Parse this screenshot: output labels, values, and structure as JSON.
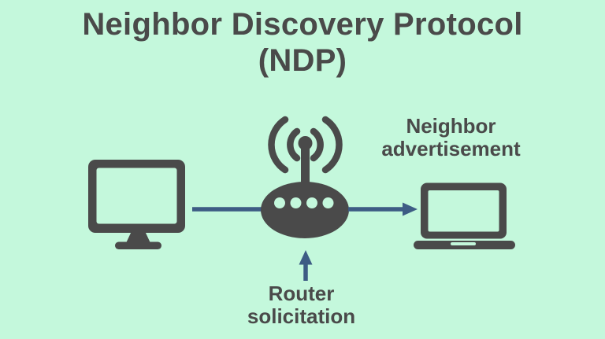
{
  "title": {
    "line1": "Neighbor Discovery Protocol",
    "line2": "(NDP)"
  },
  "nodes": {
    "client_computer": {
      "icon": "desktop-computer-icon"
    },
    "router": {
      "icon": "wireless-router-icon"
    },
    "neighbor_device": {
      "icon": "laptop-icon"
    }
  },
  "messages": {
    "neighbor_advertisement": {
      "line1": "Neighbor",
      "line2": "advertisement",
      "direction": "router-to-laptop"
    },
    "router_solicitation": {
      "line1": "Router",
      "line2": "solicitation",
      "direction": "upward-into-router"
    }
  },
  "colors": {
    "background": "#c4f8dc",
    "icon_dark": "#4a4a4a",
    "text": "#4a4a4a",
    "arrow_blue": "#3d5c84"
  }
}
